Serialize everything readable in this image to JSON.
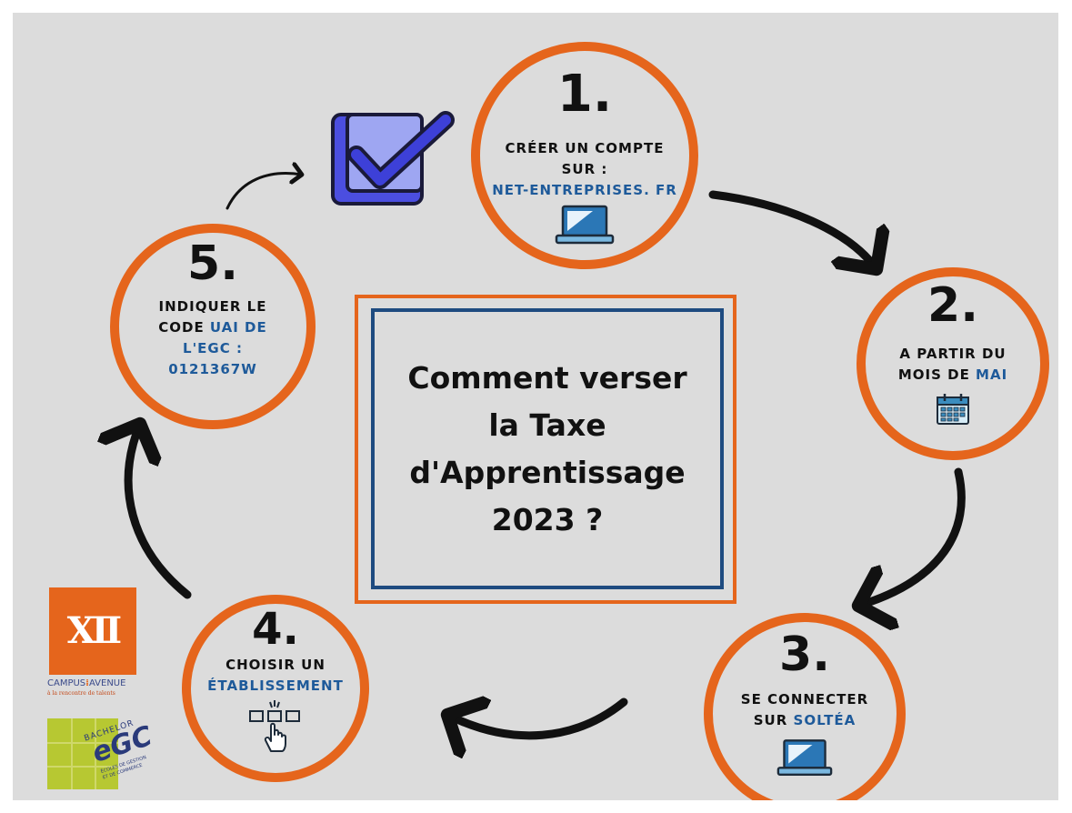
{
  "title": {
    "line1": "Comment verser",
    "line2": "la Taxe",
    "line3": "d'Apprentissage",
    "line4": "2023 ?"
  },
  "steps": [
    {
      "number": "1.",
      "line1": "CRÉER UN COMPTE",
      "line2": "SUR :",
      "line3": "NET-ENTREPRISES. FR",
      "icon": "laptop-icon"
    },
    {
      "number": "2.",
      "line1": "A PARTIR DU",
      "line2_pre": "MOIS DE ",
      "line2_hl": "MAI",
      "icon": "calendar-icon"
    },
    {
      "number": "3.",
      "line1": "SE CONNECTER",
      "line2_pre": "SUR ",
      "line2_hl": "SOLTÉA",
      "icon": "laptop-icon"
    },
    {
      "number": "4.",
      "line1": "CHOISIR UN",
      "line2": "ÉTABLISSEMENT",
      "icon": "select-hand-icon"
    },
    {
      "number": "5.",
      "line1": "INDIQUER LE",
      "line2_pre": "CODE ",
      "line2_hl": "UAI DE",
      "line3": "L'EGC :",
      "line4": "0121367W"
    }
  ],
  "logos": {
    "campus_mark": "XII",
    "campus_name_a": "CAMPUS",
    "campus_name_b": "AVENUE",
    "campus_tagline": "à la rencontre de talents",
    "egc_top": "BACHELOR",
    "egc_mark": "eGC",
    "egc_sub1": "ÉCOLES DE GESTION",
    "egc_sub2": "ET DE COMMERCE"
  },
  "colors": {
    "orange": "#e5651c",
    "blue": "#1e5a9a",
    "navy_frame": "#1e4b80",
    "background": "#dcdcdc",
    "check_purple": "#4b4ee0",
    "egc_green": "#b7c832"
  }
}
